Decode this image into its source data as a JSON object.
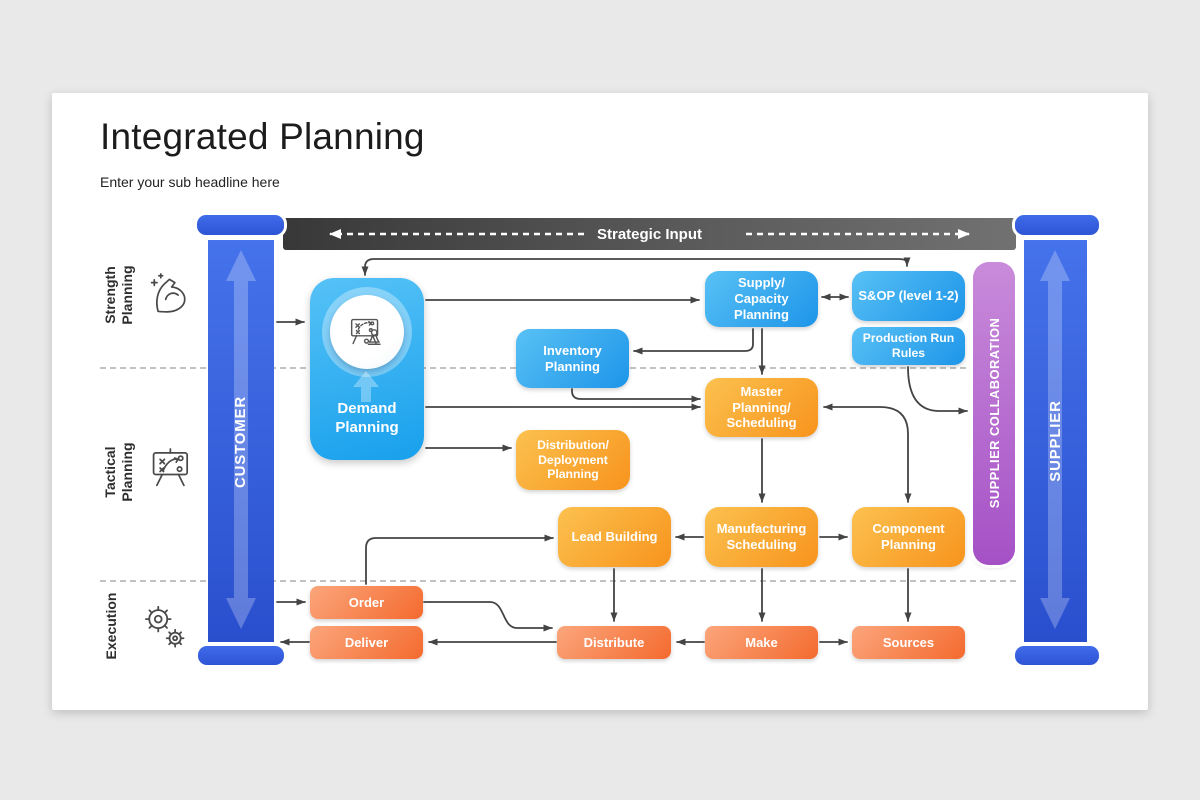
{
  "header": {
    "title": "Integrated Planning",
    "subtitle": "Enter your sub headline here"
  },
  "bands": {
    "strength": {
      "label": "Strength Planning",
      "icon": "strength-arm-icon"
    },
    "tactical": {
      "label": "Tactical Planning",
      "icon": "strategy-board-icon"
    },
    "execution": {
      "label": "Execution",
      "icon": "gears-icon"
    }
  },
  "rails": {
    "strategic_input": "Strategic Input",
    "customer": "CUSTOMER",
    "supplier": "SUPPLIER",
    "collaboration": "SUPPLIER COLLABORATION"
  },
  "nodes": {
    "demand": "Demand Planning",
    "inventory": "Inventory Planning",
    "supply_capacity": "Supply/ Capacity Planning",
    "sop": "S&OP (level 1-2)",
    "production_run": "Production Run Rules",
    "master": "Master Planning/ Scheduling",
    "distribution": "Distribution/ Deployment Planning",
    "lead": "Lead Building",
    "manufacturing": "Manufacturing Scheduling",
    "component": "Component Planning",
    "order": "Order",
    "deliver": "Deliver",
    "distribute": "Distribute",
    "make": "Make",
    "sources": "Sources"
  },
  "connections": [
    {
      "from": "customer",
      "to": "demand",
      "bidirectional": false
    },
    {
      "from": "demand",
      "to": "sop",
      "bidirectional": true
    },
    {
      "from": "demand",
      "to": "supply_capacity",
      "bidirectional": false
    },
    {
      "from": "supply_capacity",
      "to": "sop",
      "bidirectional": true
    },
    {
      "from": "supply_capacity",
      "to": "inventory",
      "bidirectional": false
    },
    {
      "from": "supply_capacity",
      "to": "master",
      "bidirectional": false
    },
    {
      "from": "inventory",
      "to": "master",
      "bidirectional": false
    },
    {
      "from": "demand",
      "to": "master",
      "bidirectional": false
    },
    {
      "from": "demand",
      "to": "distribution",
      "bidirectional": false
    },
    {
      "from": "master",
      "to": "component",
      "bidirectional": true
    },
    {
      "from": "production_run",
      "to": "collaboration",
      "bidirectional": false
    },
    {
      "from": "master",
      "to": "manufacturing",
      "bidirectional": false
    },
    {
      "from": "manufacturing",
      "to": "lead",
      "bidirectional": false
    },
    {
      "from": "manufacturing",
      "to": "component",
      "bidirectional": false
    },
    {
      "from": "order",
      "to": "lead",
      "bidirectional": false
    },
    {
      "from": "lead",
      "to": "distribute",
      "bidirectional": false
    },
    {
      "from": "manufacturing",
      "to": "make",
      "bidirectional": false
    },
    {
      "from": "component",
      "to": "sources",
      "bidirectional": false
    },
    {
      "from": "customer",
      "to": "order",
      "bidirectional": false
    },
    {
      "from": "deliver",
      "to": "customer",
      "bidirectional": false
    },
    {
      "from": "order",
      "to": "distribute",
      "bidirectional": false
    },
    {
      "from": "distribute",
      "to": "deliver",
      "bidirectional": false
    },
    {
      "from": "make",
      "to": "distribute",
      "bidirectional": false
    },
    {
      "from": "make",
      "to": "sources",
      "bidirectional": false
    }
  ],
  "colors": {
    "page_background": "#e9e9e9",
    "slide_background": "#ffffff",
    "blue_node_start": "#58c1f5",
    "blue_node_end": "#1e95e9",
    "orange_node_start": "#fcc14f",
    "orange_node_end": "#f7941d",
    "red_node_start": "#fba67c",
    "red_node_end": "#f46a2e",
    "pillar_blue_start": "#4573eb",
    "pillar_blue_end": "#2a4fce",
    "collab_purple_start": "#c98bda",
    "collab_purple_end": "#a551c6",
    "strategic_bar_start": "#383838",
    "strategic_bar_end": "#717171",
    "connector": "#444444"
  }
}
